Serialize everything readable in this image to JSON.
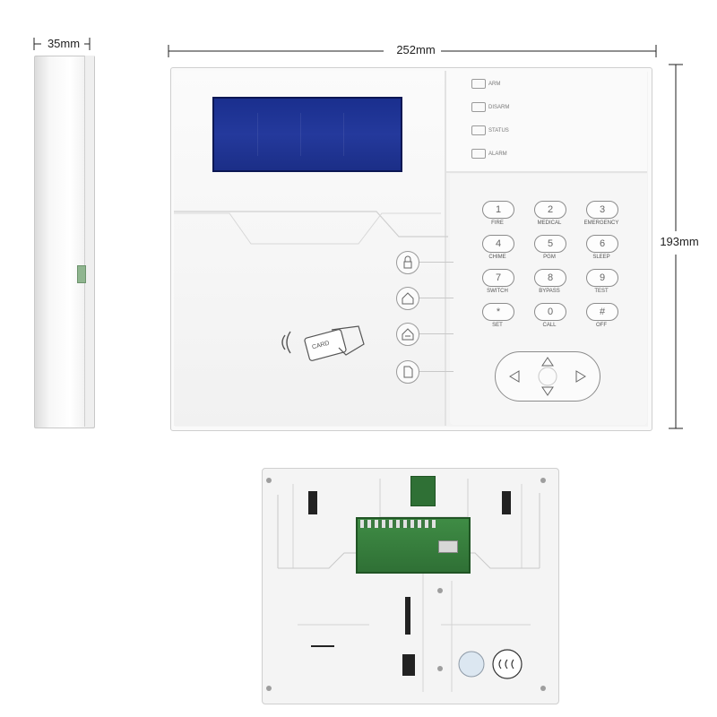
{
  "dimensions": {
    "width_label": "252mm",
    "height_label": "193mm",
    "depth_label": "35mm"
  },
  "panel": {
    "status_indicators": [
      "ARM",
      "DISARM",
      "STATUS",
      "ALARM"
    ],
    "keys": [
      {
        "digit": "1",
        "label": "FIRE"
      },
      {
        "digit": "2",
        "label": "MEDICAL"
      },
      {
        "digit": "3",
        "label": "EMERGENCY"
      },
      {
        "digit": "4",
        "label": "CHIME"
      },
      {
        "digit": "5",
        "label": "PGM"
      },
      {
        "digit": "6",
        "label": "SLEEP"
      },
      {
        "digit": "7",
        "label": "SWITCH"
      },
      {
        "digit": "8",
        "label": "BYPASS"
      },
      {
        "digit": "9",
        "label": "TEST"
      },
      {
        "digit": "*",
        "label": "SET"
      },
      {
        "digit": "0",
        "label": "CALL"
      },
      {
        "digit": "#",
        "label": "OFF"
      }
    ],
    "card_label": "CARD",
    "nav_icons": [
      "lock-icon",
      "home-arm-icon",
      "home-disarm-icon",
      "document-icon"
    ]
  },
  "colors": {
    "lcd": "#1f3494",
    "board": "#347a3a"
  }
}
